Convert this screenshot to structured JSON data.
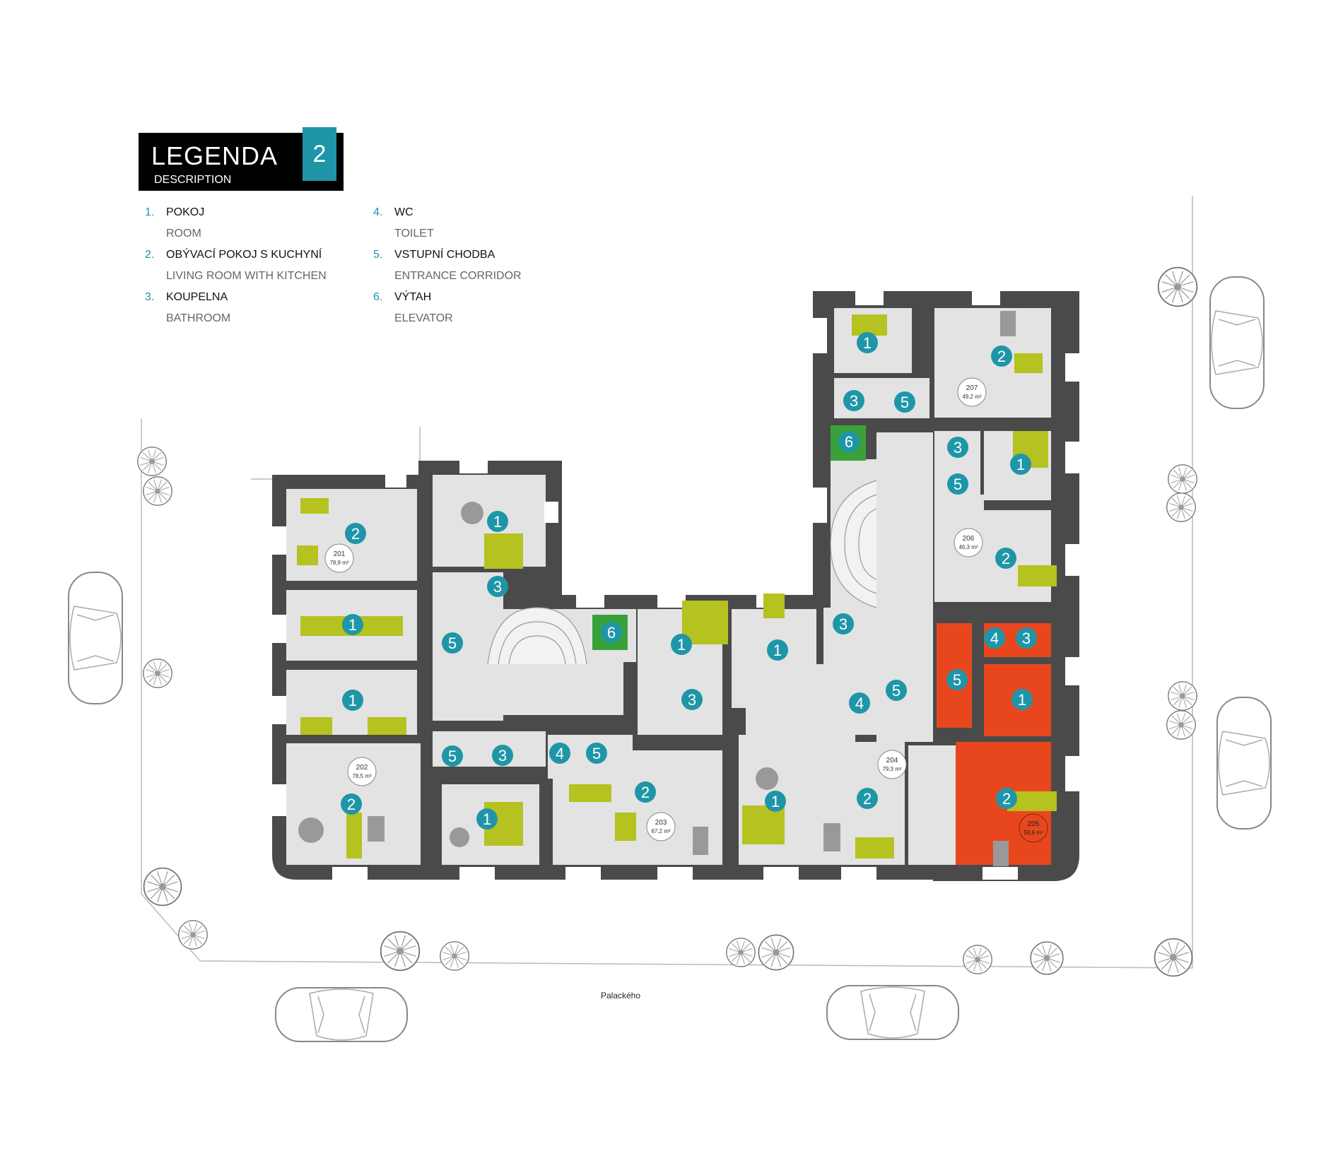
{
  "legend": {
    "title": "LEGENDA",
    "subtitle": "DESCRIPTION",
    "floor": "2",
    "items": [
      {
        "num": "1.",
        "cz": "POKOJ",
        "en": "ROOM"
      },
      {
        "num": "2.",
        "cz": "OBÝVACÍ POKOJ S KUCHYNÍ",
        "en": "LIVING ROOM WITH KITCHEN"
      },
      {
        "num": "3.",
        "cz": "KOUPELNA",
        "en": "BATHROOM"
      },
      {
        "num": "4.",
        "cz": "WC",
        "en": "TOILET"
      },
      {
        "num": "5.",
        "cz": "VSTUPNÍ CHODBA",
        "en": "ENTRANCE CORRIDOR"
      },
      {
        "num": "6.",
        "cz": "VÝTAH",
        "en": "ELEVATOR"
      }
    ]
  },
  "street": "Palackého",
  "colors": {
    "wall": "#4a4a4a",
    "floor": "#e3e3e3",
    "accent": "#1e96a8",
    "furniture": "#b5c21f",
    "selected": "#e8471e",
    "elevator": "#3aa13a"
  },
  "apartments": [
    {
      "id": "201",
      "area": "78,9 m²"
    },
    {
      "id": "202",
      "area": "78,5 m²"
    },
    {
      "id": "203",
      "area": "67,2 m²"
    },
    {
      "id": "204",
      "area": "79,3 m²"
    },
    {
      "id": "205",
      "area": "59,6 m²",
      "selected": true
    },
    {
      "id": "206",
      "area": "46,3 m²"
    },
    {
      "id": "207",
      "area": "49,2 m²"
    }
  ],
  "room_markers": [
    "1",
    "2",
    "3",
    "4",
    "5",
    "6"
  ]
}
